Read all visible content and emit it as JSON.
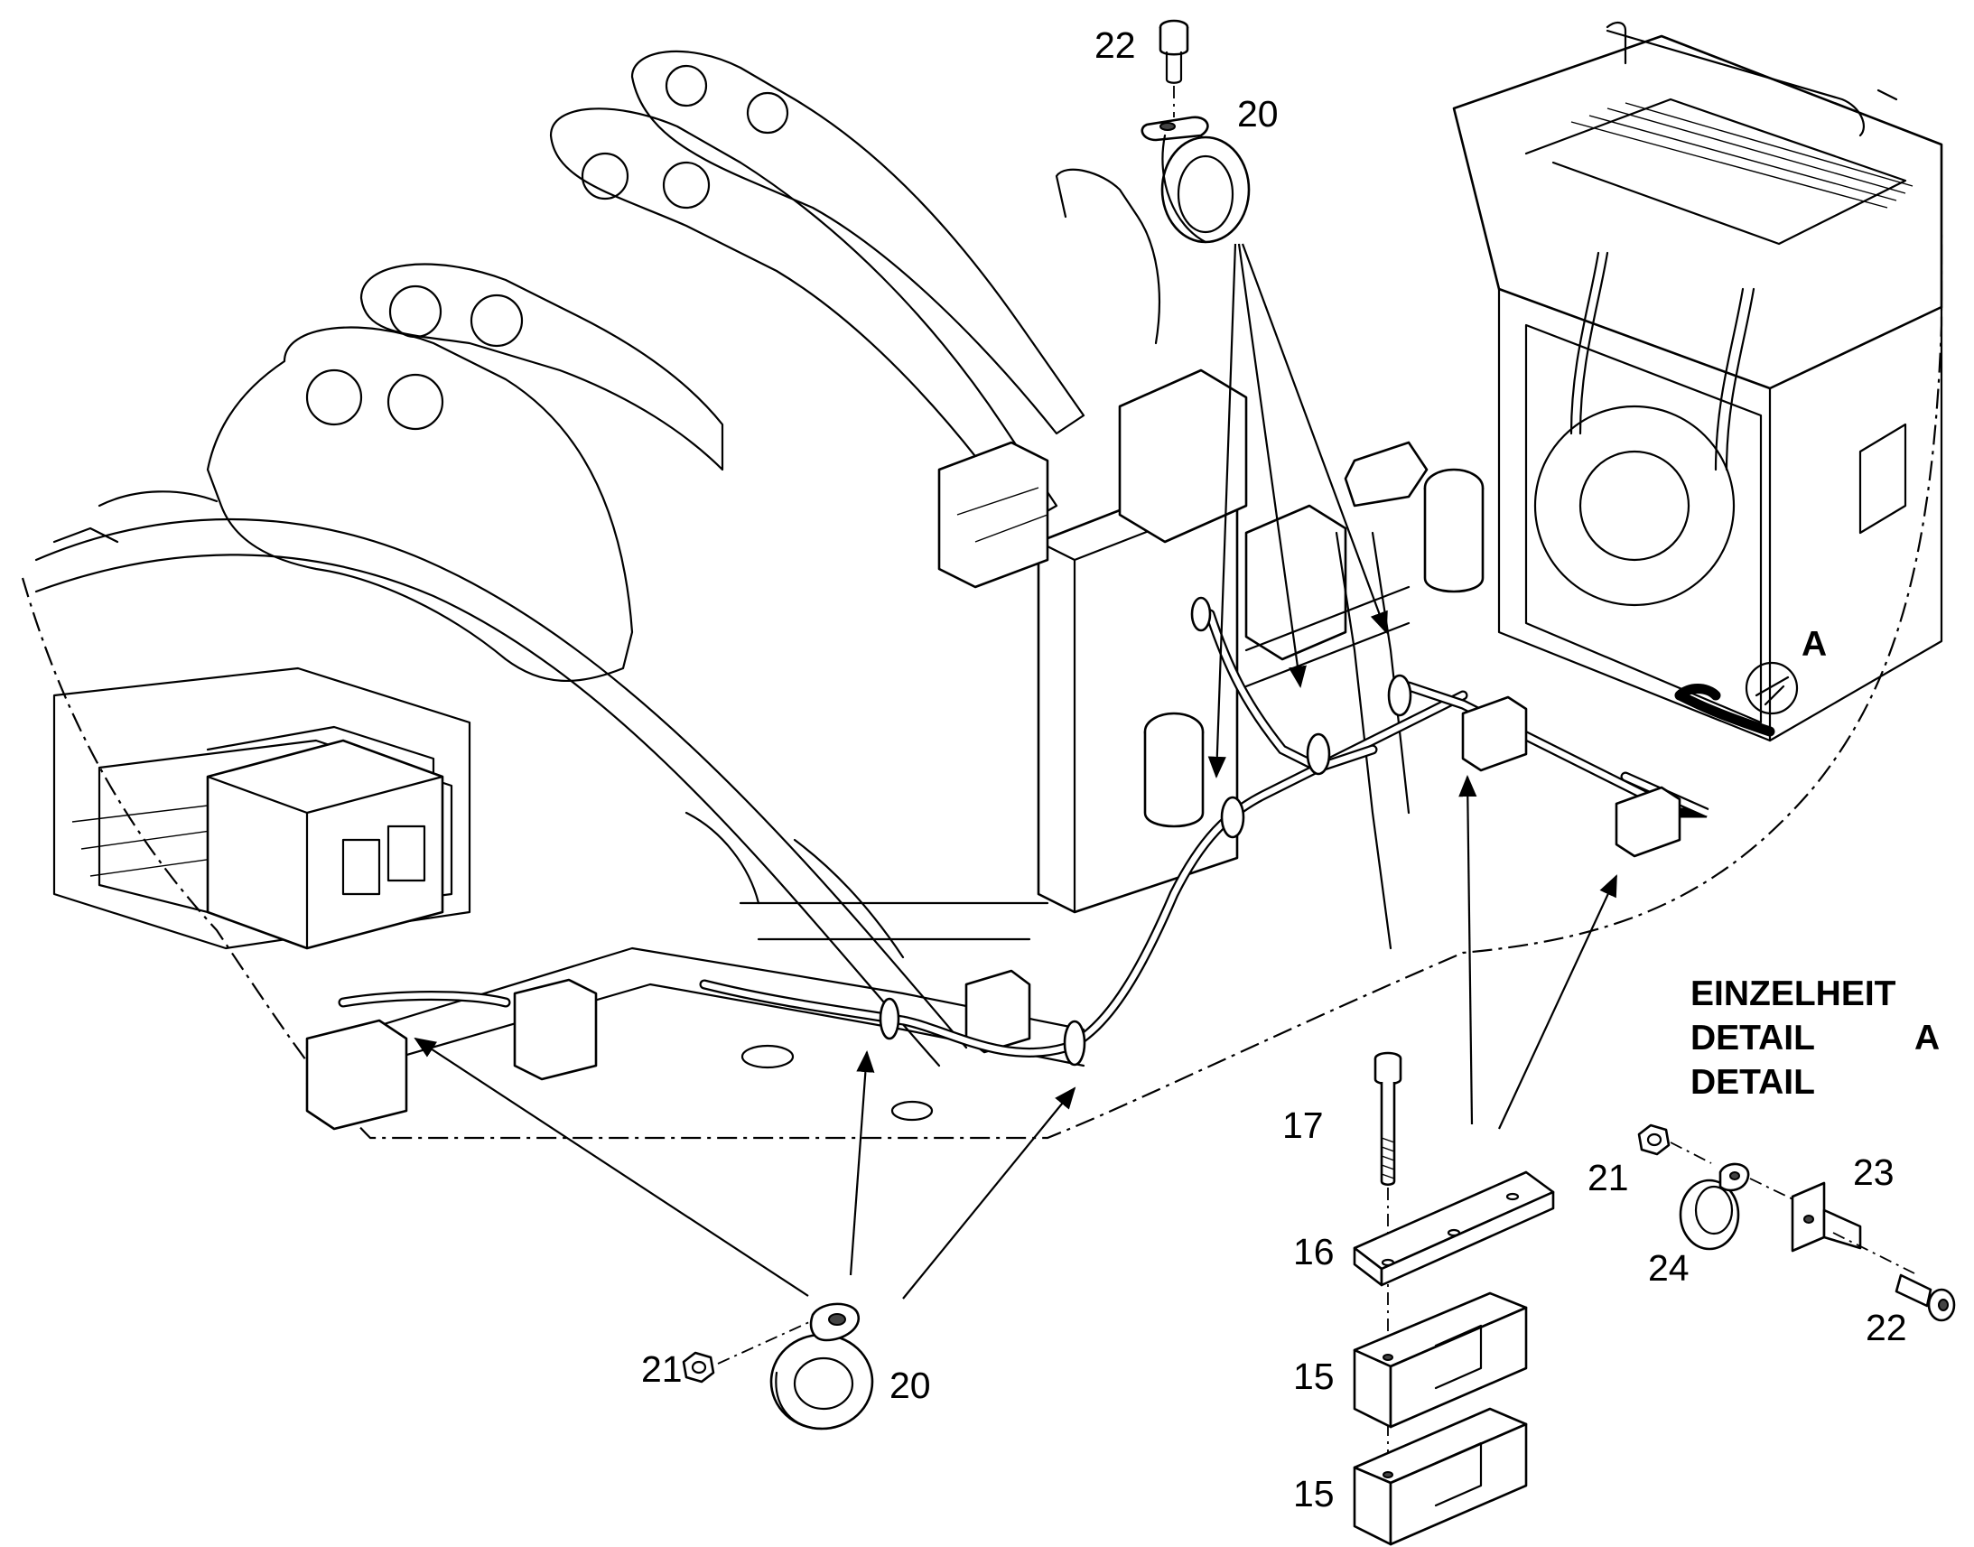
{
  "callouts": {
    "c22_top": "22",
    "c20_top": "20",
    "c21_bottom": "21",
    "c20_bottom": "20",
    "c17": "17",
    "c16": "16",
    "c15_upper": "15",
    "c15_lower": "15",
    "c21_detail": "21",
    "c23_detail": "23",
    "c24_detail": "24",
    "c22_detail": "22",
    "marker_a": "A"
  },
  "detail_title": {
    "line1": "EINZELHEIT",
    "line2": "DETAIL",
    "line3": "DETAIL",
    "ref": "A"
  }
}
